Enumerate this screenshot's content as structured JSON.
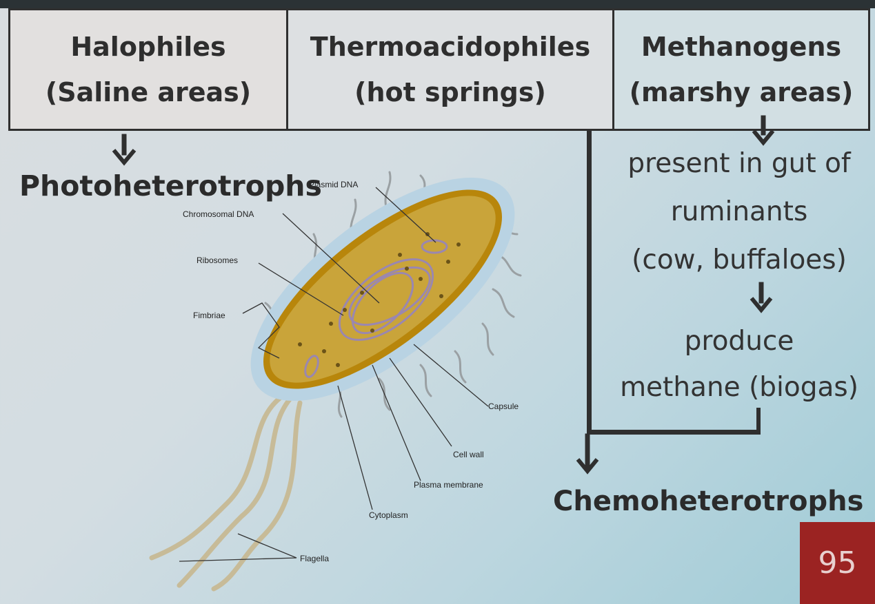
{
  "header": {
    "cells": [
      {
        "title": "Halophiles",
        "subtitle": "(Saline areas)"
      },
      {
        "title": "Thermoacidophiles",
        "subtitle": "(hot springs)"
      },
      {
        "title": "Methanogens",
        "subtitle": "(marshy areas)"
      }
    ]
  },
  "arrow_glyph": "🡻",
  "left": {
    "heading": "Photoheterotrophs"
  },
  "diagram_labels": {
    "plasmid": "Plasmid DNA",
    "chromosomal": "Chromosomal DNA",
    "ribosomes": "Ribosomes",
    "fimbriae": "Fimbriae",
    "capsule": "Capsule",
    "cell_wall": "Cell wall",
    "plasma_membrane": "Plasma membrane",
    "cytoplasm": "Cytoplasm",
    "flagella": "Flagella"
  },
  "right": {
    "line1": "present in gut of",
    "line2": "ruminants",
    "line3": "(cow, buffaloes)",
    "line4": "produce",
    "line5": "methane (biogas)",
    "heading": "Chemoheterotrophs"
  },
  "page_number": "95",
  "colors": {
    "page_box": "#9b2322",
    "cell_body": "#c9a43a",
    "capsule": "#b9d3e3"
  }
}
